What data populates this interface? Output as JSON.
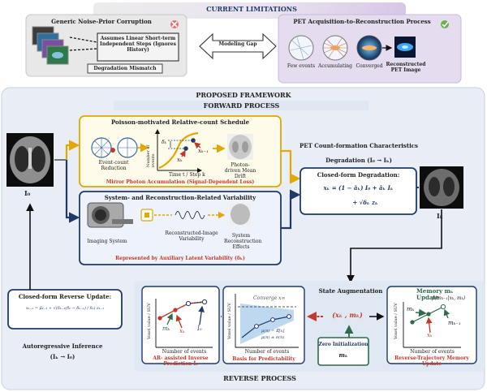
{
  "limitations": {
    "title": "CURRENT LIMITATIONS",
    "noise_title": "Generic Noise-Prior Corruption",
    "assumption": "Assumes Linear Short-term Independent Steps (Ignores History)",
    "mismatch": "Degradation Mismatch",
    "gap": "Modeling Gap",
    "pet_title": "PET Acquisition-to-Reconstruction Process",
    "stages": [
      "Few events",
      "Accumulating",
      "Converged",
      "Reconstructed PET Image"
    ]
  },
  "framework": {
    "title": "PROPOSED FRAMEWORK",
    "forward_title": "FORWARD PROCESS",
    "reverse_title": "REVERSE PROCESS",
    "i0": "I₀",
    "ik": "Iₖ"
  },
  "poisson": {
    "title": "Poisson-motivated Relative-count Schedule",
    "event_reduction": "Event-count Reduction",
    "ylabel": "Number of events",
    "xlabel": "Time t / Step k",
    "delta": "δₖ",
    "xk": "xₖ",
    "xk1": "xₖ₋₁",
    "drift": "Photon-driven Mean Drift",
    "footer": "Mirror Photon Accumulation (Signal-Dependent Loss)"
  },
  "system": {
    "title": "System- and Reconstruction-Related Variability",
    "imaging": "Imaging System",
    "recon": "Reconstructed-Image Variability",
    "effects": "System Reconstruction Effects",
    "footer": "Represented by Auxiliary Latent Variability (δₖ)"
  },
  "pet_char": {
    "title": "PET Count-formation Characteristics",
    "degradation": "Degradation (I₀ → Iₖ)",
    "closed_title": "Closed-form Degradation:",
    "eq1": "xₖ = (1 − āₖ) I₀ + āₖ Iₖ",
    "eq2": "+ √δₖ zₖ"
  },
  "reverse": {
    "closed_title": "Closed-form Reverse Update:",
    "eq": "xₖ₋₁ = μ̃ₖ₋₁ + √(δₖ₋₁(δₖ − δₖ₋₁) / δₖ) zₖ₋₁",
    "autoreg": "Autoregressive Inference",
    "autoreg_dir": "(Iₖ → I₀)",
    "ar_ylabel": "Voxel value / SUV",
    "ar_xlabel": "Number of events",
    "mk": "mₖ",
    "xk": "xₖ",
    "i0hat": "Î₀",
    "ar_caption": "AR- assisted Inverse Prediction Î₀",
    "conv": "Converge x∞",
    "mu": "μ(n) = 𝔼[x]",
    "musig": "μ(n) ± σ(n)",
    "basis_caption": "Basis for Predictability",
    "state_aug": "State Augmentation",
    "state_pair": "(xₖ , mₖ)",
    "zero_init": "Zero Initialization",
    "zero_mk": "mₖ",
    "memory_title": "Memory mₖ Update",
    "memory_eq": "p(mₖ₋₁|xₖ, mₖ)",
    "mk1": "mₖ₋₁",
    "memory_caption": "Reverse-Trajectory Memory Update"
  }
}
